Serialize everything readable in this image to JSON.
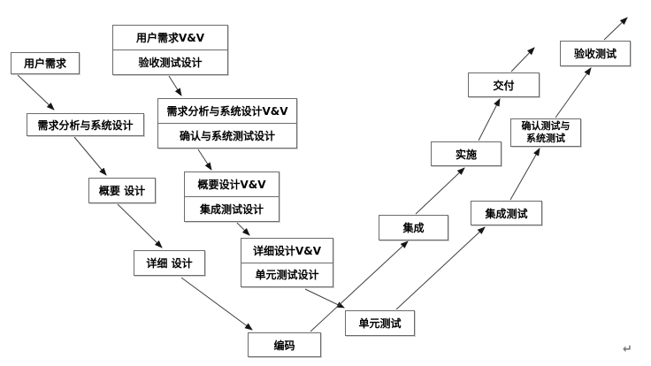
{
  "diagram": {
    "boxes": {
      "user_req": {
        "label": "用户需求"
      },
      "req_sys_design": {
        "label": "需求分析与系统设计"
      },
      "outline_design": {
        "label": "概要 设计"
      },
      "detail_design": {
        "label": "详细 设计"
      },
      "coding": {
        "label": "编码"
      },
      "user_req_vv": {
        "top": "用户需求V&V",
        "bottom": "验收测试设计"
      },
      "req_sys_vv": {
        "top": "需求分析与系统设计V&V",
        "bottom": "确认与系统测试设计"
      },
      "outline_vv": {
        "top": "概要设计V&V",
        "bottom": "集成测试设计"
      },
      "detail_vv": {
        "top": "详细设计V&V",
        "bottom": "单元测试设计"
      },
      "unit_test": {
        "label": "单元测试"
      },
      "integration": {
        "label": "集成"
      },
      "integration_test": {
        "label": "集成测试"
      },
      "implementation": {
        "label": "实施"
      },
      "confirm_sys_test": {
        "line1": "确认测试与",
        "line2": "系统测试"
      },
      "delivery": {
        "label": "交付"
      },
      "acceptance_test": {
        "label": "验收测试"
      }
    },
    "connections": [
      {
        "from": "user_req",
        "to": "req_sys_design"
      },
      {
        "from": "user_req_vv",
        "to": "req_sys_vv"
      },
      {
        "from": "req_sys_design",
        "to": "outline_design"
      },
      {
        "from": "req_sys_vv",
        "to": "outline_vv"
      },
      {
        "from": "outline_design",
        "to": "detail_design"
      },
      {
        "from": "outline_vv",
        "to": "detail_vv"
      },
      {
        "from": "detail_design",
        "to": "coding"
      },
      {
        "from": "detail_vv",
        "to": "unit_test"
      },
      {
        "from": "coding",
        "to": "integration"
      },
      {
        "from": "integration",
        "to": "implementation"
      },
      {
        "from": "implementation",
        "to": "delivery"
      },
      {
        "from": "delivery",
        "to": "off_diagram_up_right"
      },
      {
        "from": "unit_test",
        "to": "integration_test"
      },
      {
        "from": "integration_test",
        "to": "confirm_sys_test"
      },
      {
        "from": "confirm_sys_test",
        "to": "acceptance_test"
      },
      {
        "from": "acceptance_test",
        "to": "off_diagram_up_right"
      }
    ],
    "colors": {
      "box_border": "#6b6b6b",
      "arrow": "#3f3f3f",
      "background": "#ffffff"
    },
    "return_mark": "↵"
  }
}
